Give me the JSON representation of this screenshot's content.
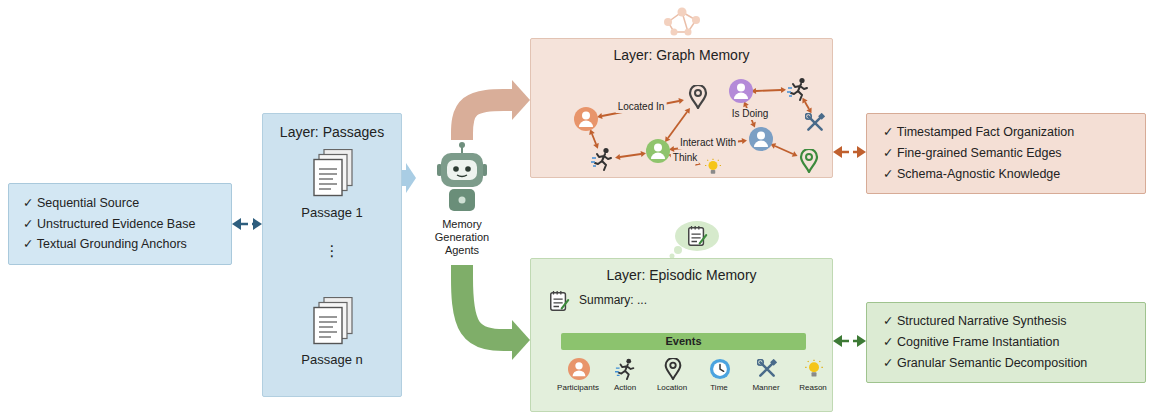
{
  "diagram": {
    "nodes": [
      {
        "text": [
          "✓ Sequential Source",
          "✓ Unstructured Evidence Base",
          "✓ Textual Grounding Anchors"
        ]
      },
      {
        "text": [
          "Layer: Passages"
        ]
      },
      {
        "text": [
          "Memory Generation Agents"
        ]
      },
      {
        "text": [
          "Layer: Graph Memory"
        ]
      },
      {
        "text": [
          "✓ Timestamped Fact Organization",
          "✓ Fine-grained Semantic Edges",
          "✓ Schema-Agnostic Knowledge"
        ]
      },
      {
        "text": [
          "Layer: Episodic Memory",
          "Summary: ..."
        ]
      },
      {
        "text": [
          "Events"
        ],
        "in": 5
      },
      {
        "text": [
          "✓ Structured Narrative Synthesis",
          "✓ Cognitive Frame Instantiation",
          "✓ Granular Semantic Decomposition"
        ]
      }
    ],
    "edges": [
      {
        "from": 0,
        "to": 1,
        "arrow": "both"
      },
      {
        "from": 1,
        "to": 2,
        "arrow": "to"
      },
      {
        "from": 2,
        "to": 3,
        "arrow": "to"
      },
      {
        "from": 2,
        "to": 5,
        "arrow": "to"
      },
      {
        "from": 3,
        "to": 4,
        "arrow": "both"
      },
      {
        "from": 5,
        "to": 7,
        "arrow": "both"
      }
    ],
    "labels": [
      "Passage 1",
      "⋮",
      "Passage n",
      "Located In",
      "Interact With",
      "Is Doing",
      "Think",
      "Participants",
      "Action",
      "Location",
      "Time",
      "Manner",
      "Reason"
    ]
  }
}
